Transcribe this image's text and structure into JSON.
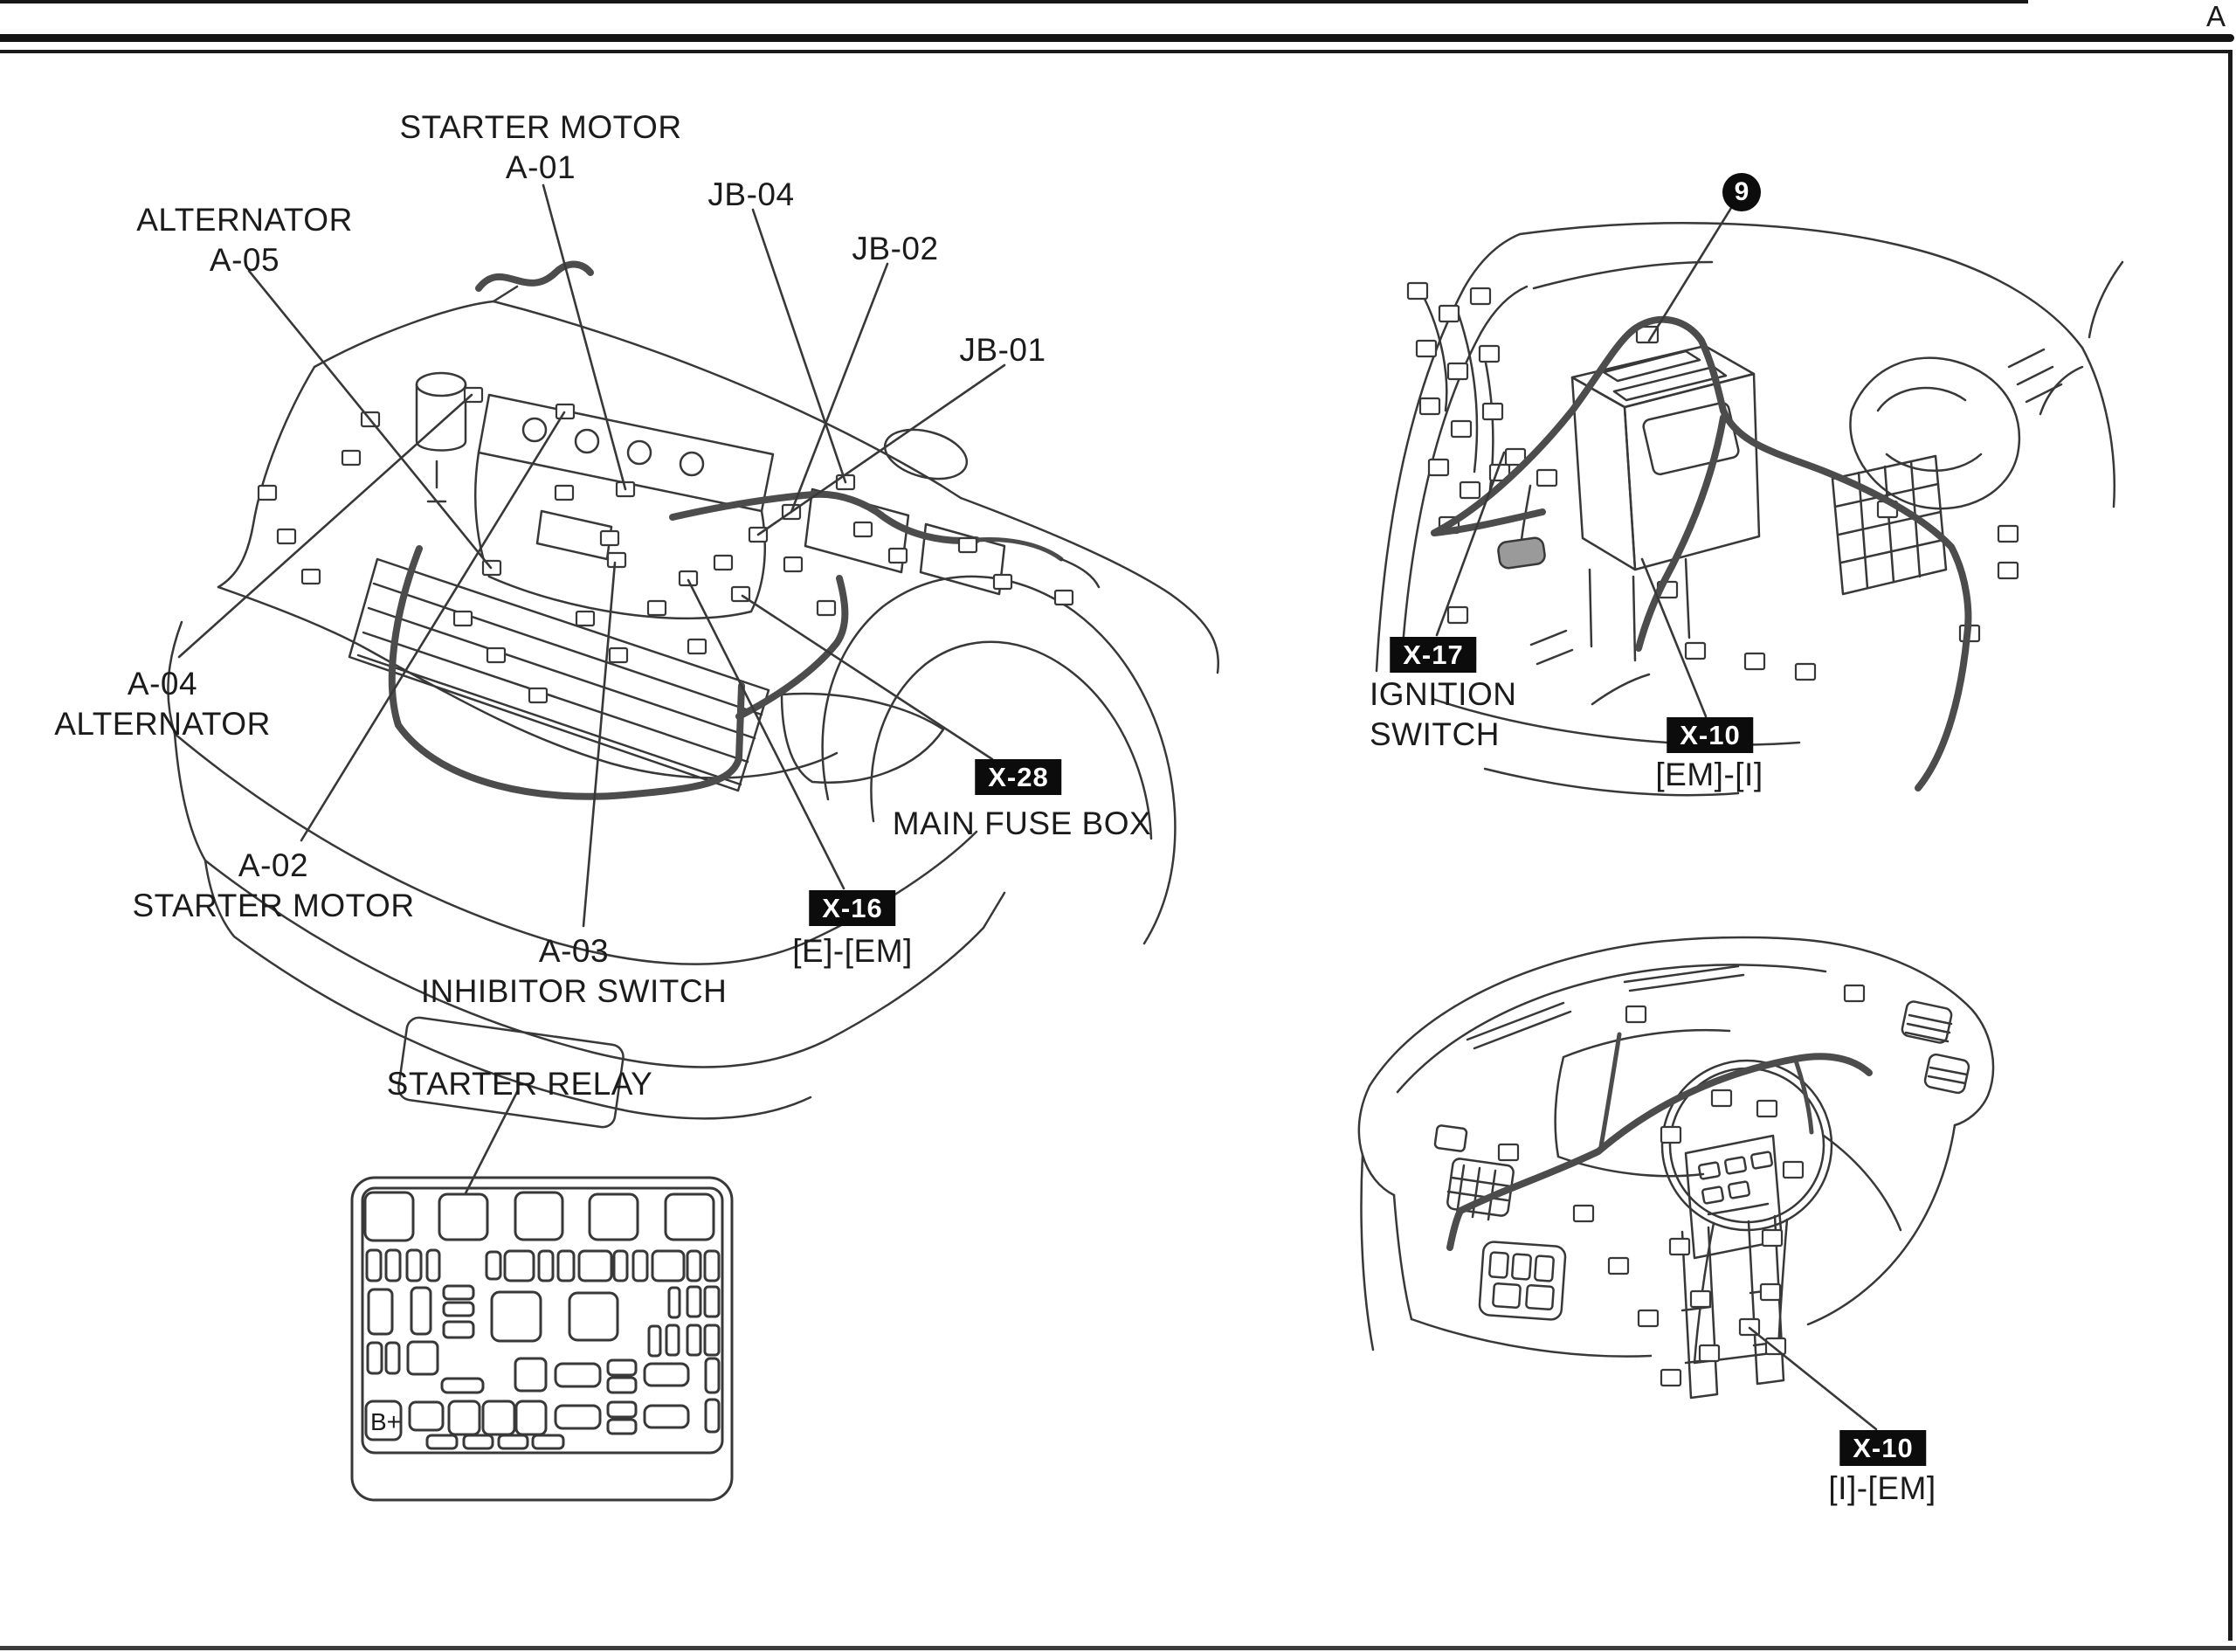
{
  "page": {
    "corner_label": "A"
  },
  "engine_figure": {
    "label_starter_motor_top": {
      "name": "STARTER MOTOR",
      "code": "A-01"
    },
    "label_jb04": "JB-04",
    "label_jb02": "JB-02",
    "label_jb01": "JB-01",
    "label_alternator_top": {
      "name": "ALTERNATOR",
      "code": "A-05"
    },
    "label_alternator_side": {
      "code": "A-04",
      "name": "ALTERNATOR"
    },
    "label_starter_motor_side": {
      "code": "A-02",
      "name": "STARTER MOTOR"
    },
    "label_inhibitor_switch": {
      "code": "A-03",
      "name": "INHIBITOR SWITCH"
    },
    "callout_x28": {
      "badge": "X-28",
      "caption": "MAIN FUSE BOX"
    },
    "callout_x16": {
      "badge": "X-16",
      "caption": "[E]-[EM]"
    }
  },
  "fuse_box_figure": {
    "title": "STARTER RELAY",
    "terminal_label": "B+"
  },
  "cowl_figure": {
    "callout_number": "9",
    "callout_x17": {
      "badge": "X-17",
      "caption_line1": "IGNITION",
      "caption_line2": "SWITCH"
    },
    "callout_x10": {
      "badge": "X-10",
      "caption": "[EM]-[I]"
    }
  },
  "dashboard_figure": {
    "callout_x10": {
      "badge": "X-10",
      "caption": "[I]-[EM]"
    }
  }
}
